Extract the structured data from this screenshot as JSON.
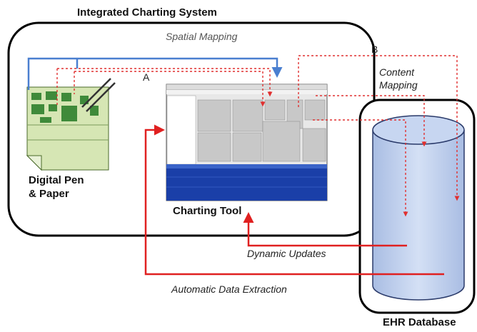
{
  "title": "Integrated Charting System",
  "labels": {
    "spatial_mapping": "Spatial Mapping",
    "marker_a": "A",
    "marker_b": "B",
    "content_mapping_line1": "Content",
    "content_mapping_line2": "Mapping",
    "digital_pen_line1": "Digital Pen",
    "digital_pen_line2": "& Paper",
    "charting_tool": "Charting Tool",
    "dynamic_updates": "Dynamic Updates",
    "automatic_data_extraction": "Automatic Data Extraction",
    "ehr_database": "EHR Database"
  },
  "colors": {
    "system_border": "#000000",
    "spatial_arrow": "#4a7fd0",
    "mapping_dotted": "#e03030",
    "flow_arrow": "#e02020",
    "paper_fill": "#d6e6b4",
    "paper_block": "#3f8a3a",
    "database_fill": "#c6d4ee",
    "window_bar": "#1a3fa8",
    "window_body": "#dcdcdc"
  }
}
